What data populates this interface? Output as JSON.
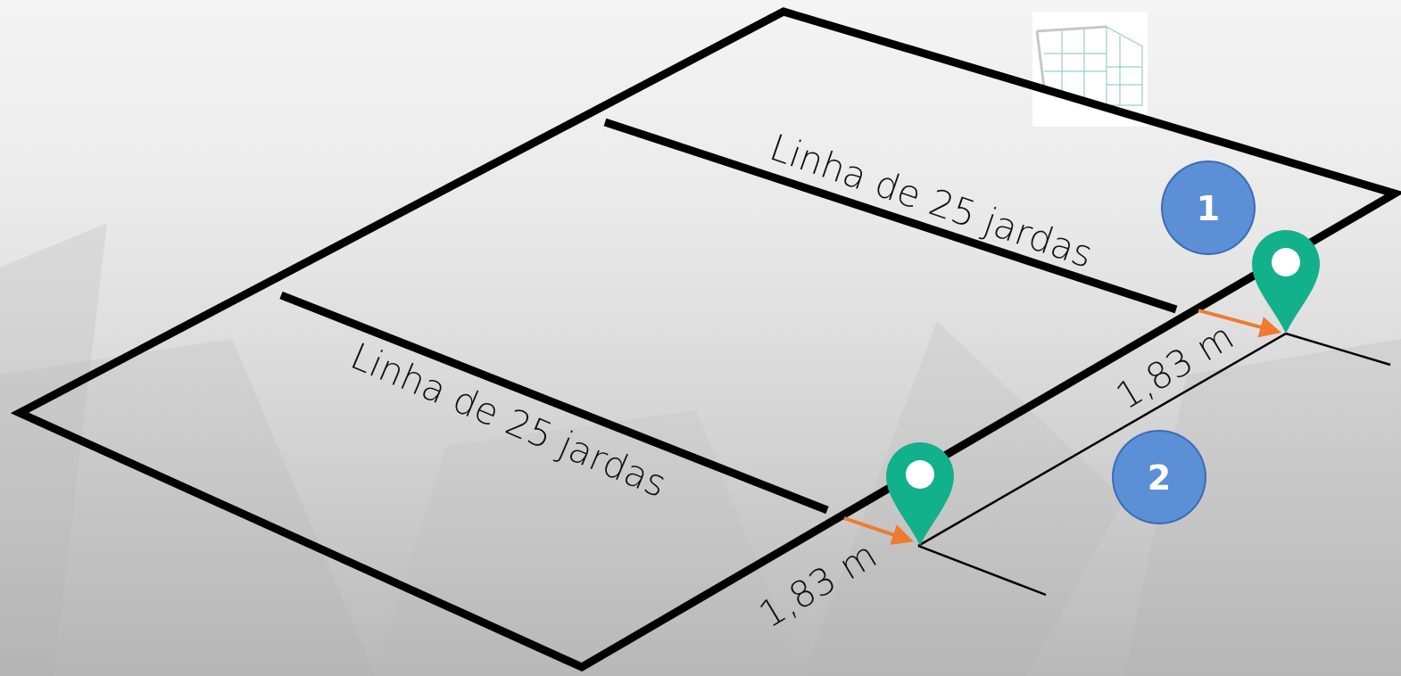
{
  "diagram": {
    "labels": {
      "line_upper": "Linha de 25 jardas",
      "line_lower": "Linha de 25 jardas",
      "distance_upper": "1,83 m",
      "distance_lower": "1,83 m"
    },
    "badges": [
      {
        "number": "1"
      },
      {
        "number": "2"
      }
    ],
    "icons": {
      "markers": "map-pin-icon",
      "goal": "goal-net-icon"
    },
    "colors": {
      "field_lines": "#000000",
      "marker": "#13b08c",
      "marker_hole": "#ffffff",
      "badge_fill": "#5b8fd6",
      "badge_stroke": "#3d6cb3",
      "arrow": "#ee7b30"
    }
  }
}
